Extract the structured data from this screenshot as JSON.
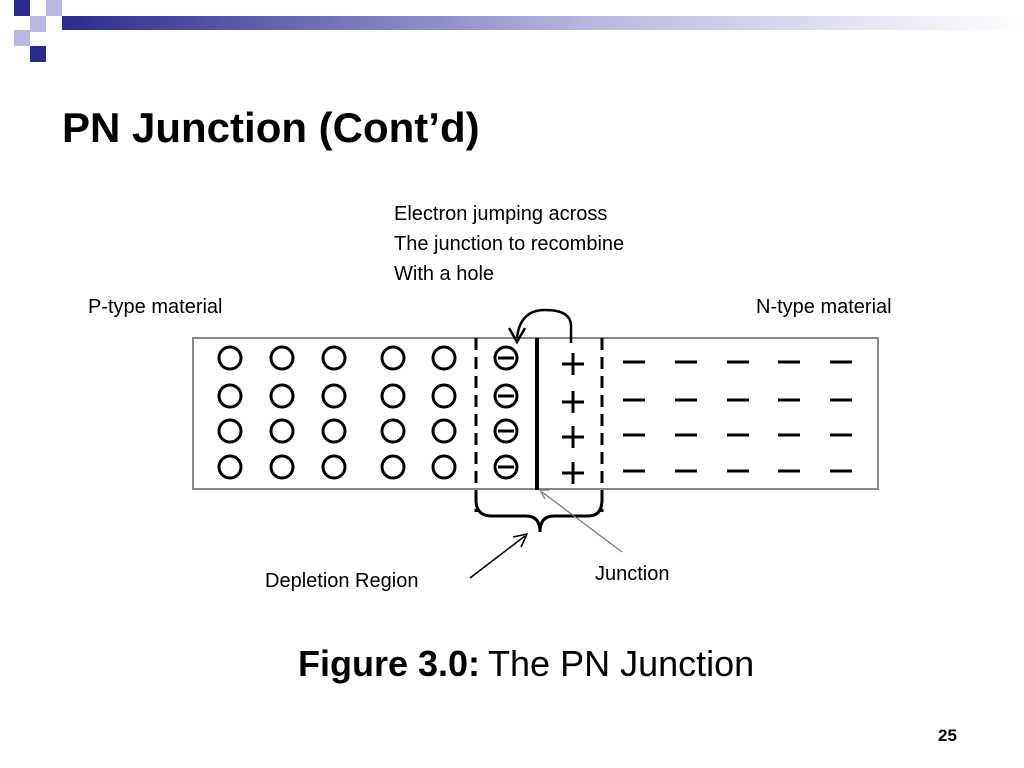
{
  "slide": {
    "title": "PN Junction (Cont’d)",
    "page_number": "25"
  },
  "diagram": {
    "annotation_lines": [
      "Electron jumping across",
      "The junction to recombine",
      "With a hole"
    ],
    "p_label": "P-type material",
    "n_label": "N-type material",
    "depletion_label": "Depletion Region",
    "junction_label": "Junction",
    "rows": 4,
    "p_holes_per_row": 5,
    "p_ions_per_row": 1,
    "n_ions_per_row": 1,
    "n_electrons_per_row": 5
  },
  "caption": {
    "bold": "Figure 3.0:",
    "text": "The PN Junction"
  },
  "colors": {
    "accent_dark": "#2b2b8c",
    "accent_light": "#a8a8d8"
  }
}
